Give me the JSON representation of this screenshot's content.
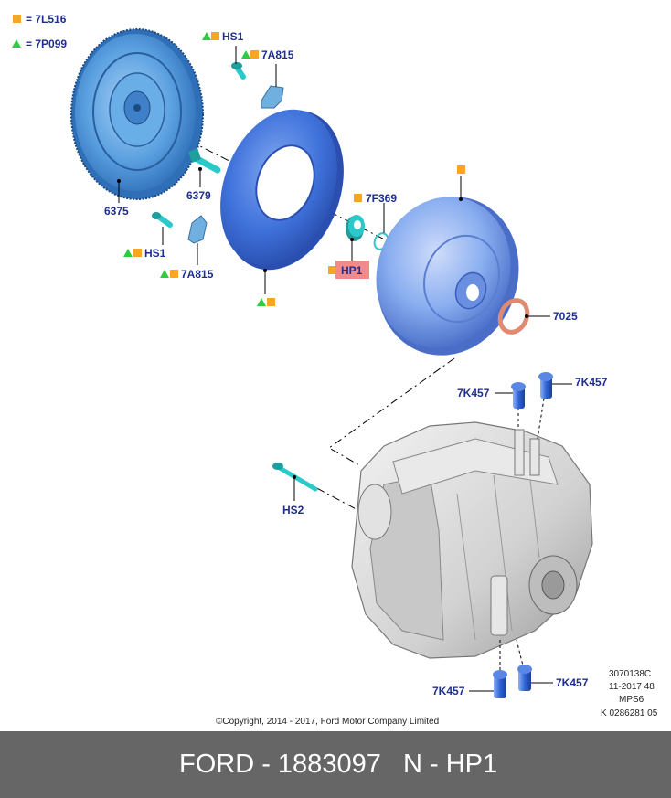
{
  "legend": [
    {
      "shape": "square",
      "color": "#f5a623",
      "text": "= 7L516"
    },
    {
      "shape": "triangle",
      "color": "#2ecc40",
      "text": "= 7P099"
    }
  ],
  "callouts": {
    "hs1_top": "HS1",
    "a7a815_top": "7A815",
    "p6375": "6375",
    "p6379": "6379",
    "hs1_left": "HS1",
    "a7a815_bottom": "7A815",
    "p7f369": "7F369",
    "hp1": "HP1",
    "p7025": "7025",
    "p7k457_a": "7K457",
    "p7k457_b": "7K457",
    "hs2": "HS2",
    "p7k457_c": "7K457",
    "p7k457_d": "7K457"
  },
  "colors": {
    "flywheel": "#5aa0e0",
    "cover": "#3f72db",
    "converter": "#8aaef0",
    "fastener": "#2bc9c9",
    "seal_ring": "#e08a70",
    "highlight": "#f28a8a",
    "marker_square": "#f5a623",
    "marker_triangle": "#2ecc40",
    "transmission": "#dcdcdc",
    "plug": "#2e64d8",
    "footer_bg": "#666666"
  },
  "drawing_info": [
    "3070138C",
    "11-2017 48",
    "MPS6",
    "K 0286281 05"
  ],
  "copyright": "©Copyright, 2014 - 2017, Ford Motor Company Limited",
  "footer": {
    "title": "FORD - 1883097",
    "code": "N - HP1"
  }
}
